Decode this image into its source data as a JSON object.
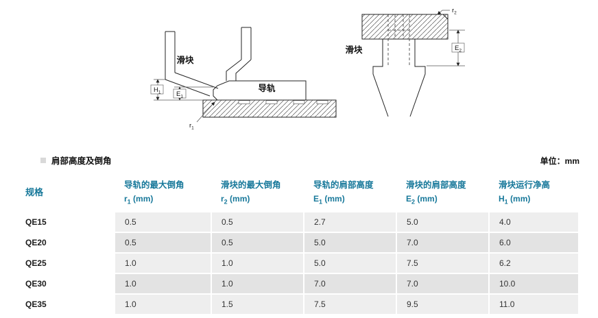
{
  "diagrams": {
    "left": {
      "slider_label": "滑块",
      "rail_label": "导轨",
      "h1": {
        "sym": "H",
        "sub": "1"
      },
      "e1": {
        "sym": "E",
        "sub": "1"
      },
      "r1": {
        "sym": "r",
        "sub": "1"
      }
    },
    "right": {
      "slider_label": "滑块",
      "r2": {
        "sym": "r",
        "sub": "2"
      },
      "e2": {
        "sym": "E",
        "sub": "2"
      }
    }
  },
  "table": {
    "title": "肩部高度及倒角",
    "unit": "单位：mm",
    "spec_header": "规格",
    "columns": [
      {
        "name": "导轨的最大倒角",
        "sym": "r",
        "sub": "1",
        "unit": "(mm)"
      },
      {
        "name": "滑块的最大倒角",
        "sym": "r",
        "sub": "2",
        "unit": "(mm)"
      },
      {
        "name": "导轨的肩部高度",
        "sym": "E",
        "sub": "1",
        "unit": "(mm)"
      },
      {
        "name": "滑块的肩部高度",
        "sym": "E",
        "sub": "2",
        "unit": "(mm)"
      },
      {
        "name": "滑块运行净高",
        "sym": "H",
        "sub": "1",
        "unit": "(mm)"
      }
    ],
    "rows": [
      {
        "spec": "QE15",
        "values": [
          "0.5",
          "0.5",
          "2.7",
          "5.0",
          "4.0"
        ]
      },
      {
        "spec": "QE20",
        "values": [
          "0.5",
          "0.5",
          "5.0",
          "7.0",
          "6.0"
        ]
      },
      {
        "spec": "QE25",
        "values": [
          "1.0",
          "1.0",
          "5.0",
          "7.5",
          "6.2"
        ]
      },
      {
        "spec": "QE30",
        "values": [
          "1.0",
          "1.0",
          "7.0",
          "7.0",
          "10.0"
        ]
      },
      {
        "spec": "QE35",
        "values": [
          "1.0",
          "1.5",
          "7.5",
          "9.5",
          "11.0"
        ]
      }
    ]
  },
  "colors": {
    "header_text": "#17789a",
    "row_light": "#eeeeee",
    "row_dark": "#e3e3e3",
    "line": "#222222"
  }
}
